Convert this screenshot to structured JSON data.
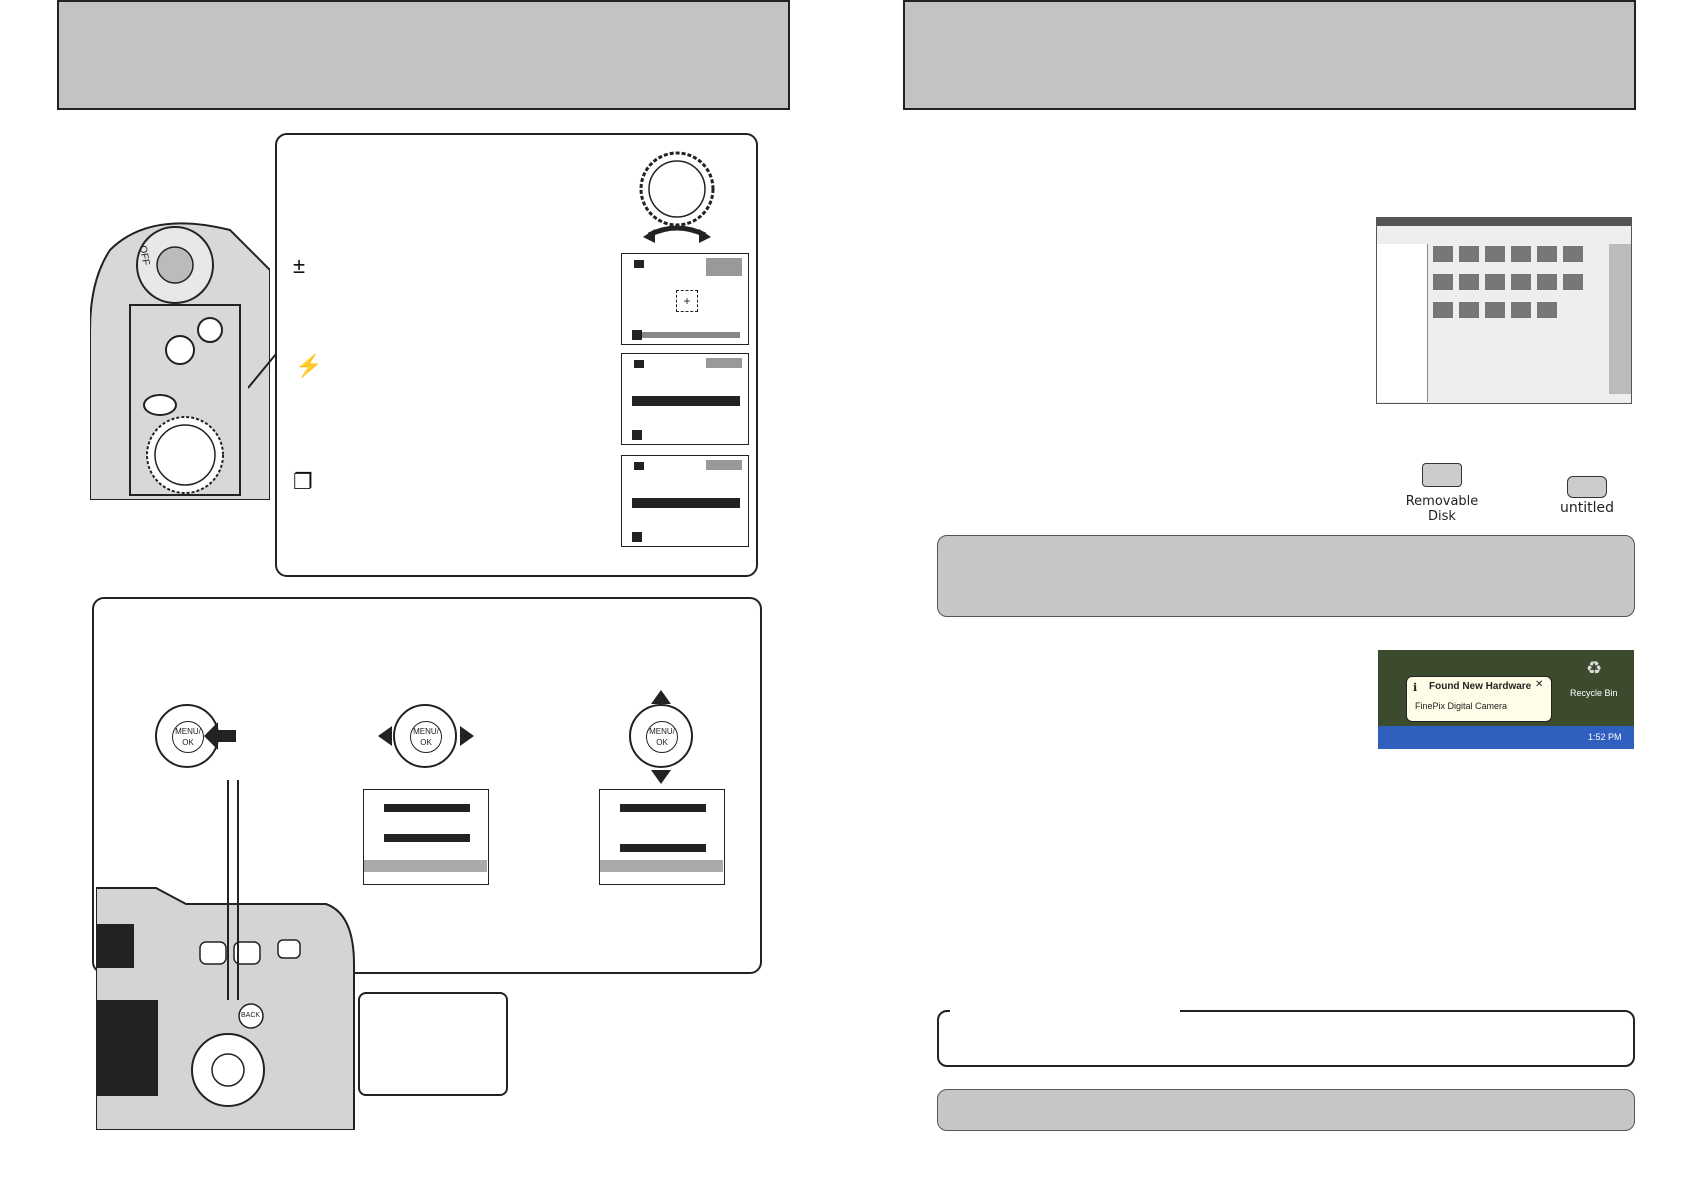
{
  "left_page": {
    "header_title": "",
    "mode_panel": {
      "rows": [
        {
          "icon": "exposure-compensation-icon",
          "symbol": "±"
        },
        {
          "icon": "flash-icon",
          "symbol": "⚡"
        },
        {
          "icon": "continuous-shooting-icon",
          "symbol": "❐"
        }
      ]
    },
    "camera_top_labels": {
      "off": "OFF"
    },
    "menu_panel": {
      "dpad_label": "MENU/\nOK",
      "back_label": "BACK"
    }
  },
  "right_page": {
    "header_title": "",
    "screenshot_browser": {
      "description_visible": false
    },
    "drive_icons": {
      "removable_disk_label": "Removable Disk",
      "untitled_label": "untitled"
    },
    "notification": {
      "title": "Found New Hardware",
      "body": "FinePix Digital Camera",
      "recycle_bin": "Recycle Bin",
      "clock": "1:52 PM"
    }
  },
  "colors": {
    "header_grey": "#c3c3c3",
    "box_grey": "#c6c6c6",
    "ink": "#222222"
  }
}
